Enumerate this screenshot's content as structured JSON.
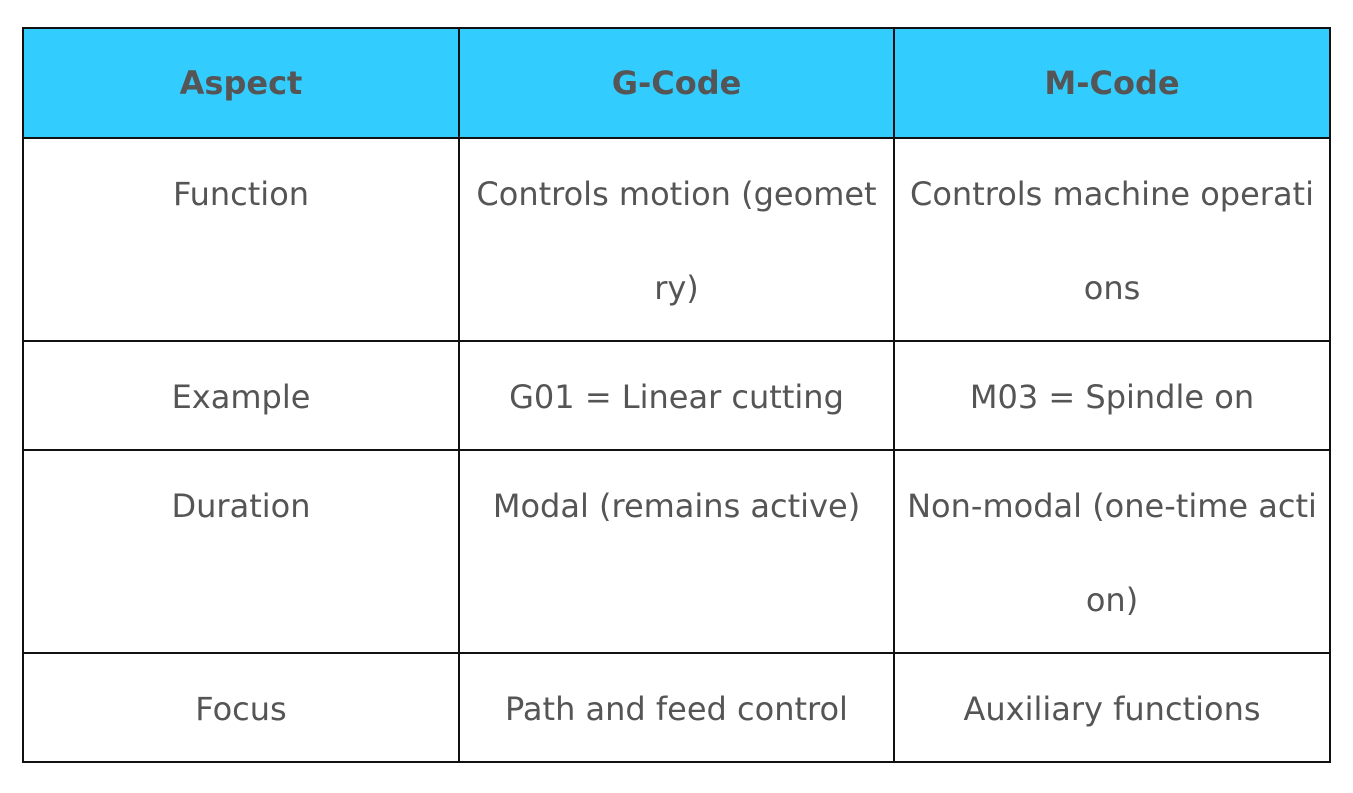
{
  "table": {
    "headers": [
      "Aspect",
      "G-Code",
      "M-Code"
    ],
    "rows": [
      [
        "Function",
        "Controls motion (geometry)",
        "Controls machine operations"
      ],
      [
        "Example",
        "G01 = Linear cutting",
        "M03 = Spindle on"
      ],
      [
        "Duration",
        "Modal (remains active)",
        "Non-modal (one-time action)"
      ],
      [
        "Focus",
        "Path and feed control",
        "Auxiliary functions"
      ]
    ]
  },
  "colors": {
    "header_background": "#33ccff",
    "text": "#555555",
    "border": "#111111"
  }
}
